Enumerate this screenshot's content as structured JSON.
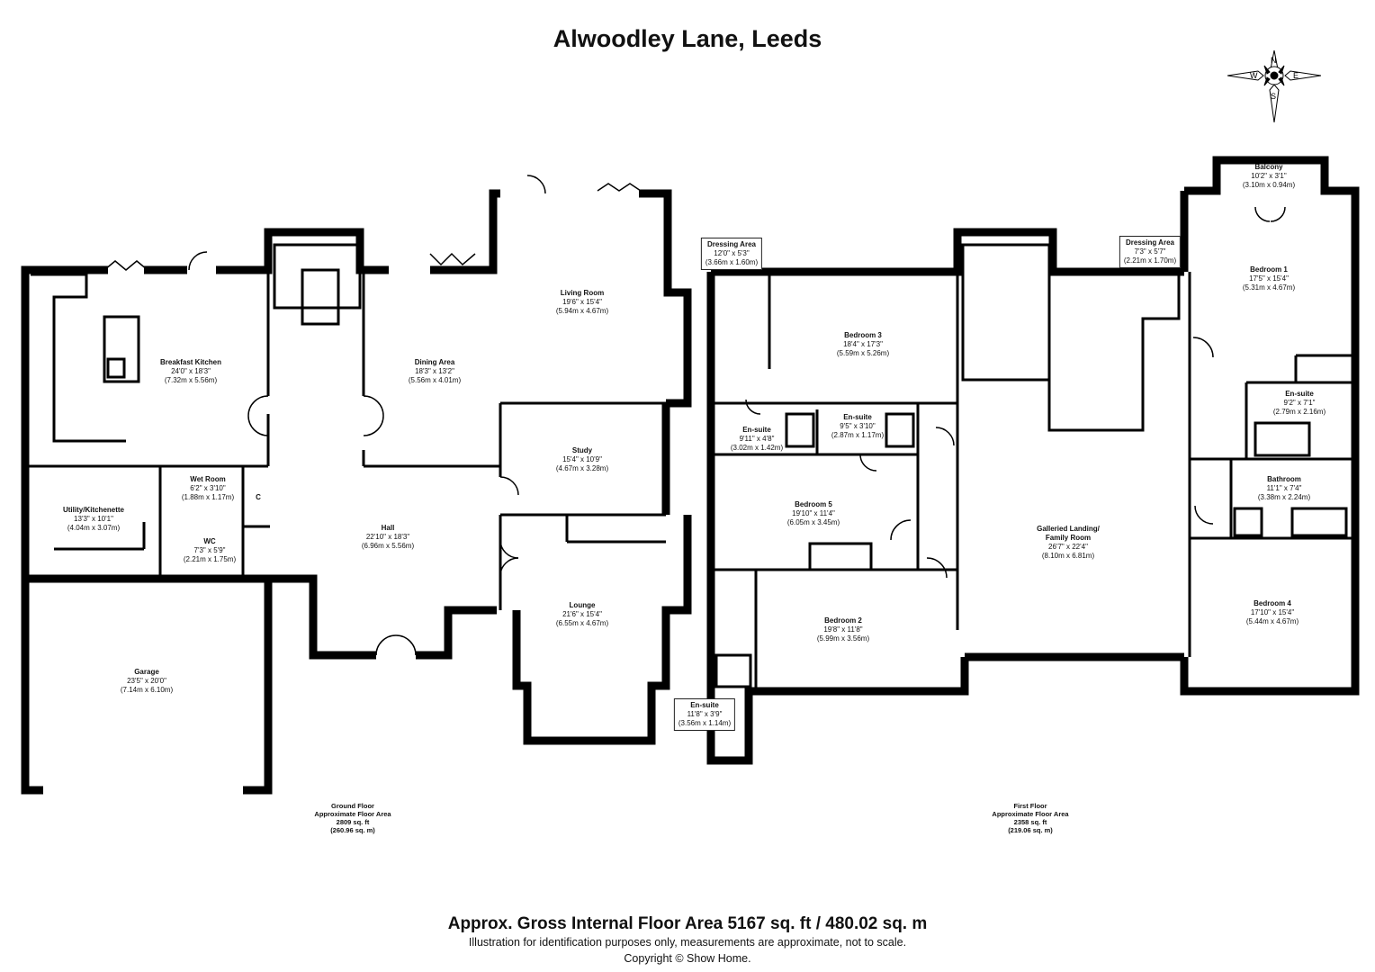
{
  "title": "Alwoodley Lane, Leeds",
  "compass": {
    "north": "N",
    "south": "S",
    "east": "E",
    "west": "W"
  },
  "ground_floor": {
    "rooms": [
      {
        "id": "breakfast-kitchen",
        "name": "Breakfast Kitchen",
        "imperial": "24'0\" x 18'3\"",
        "metric": "(7.32m x 5.56m)"
      },
      {
        "id": "utility-kitchenette",
        "name": "Utility/Kitchenette",
        "imperial": "13'3\" x 10'1\"",
        "metric": "(4.04m x 3.07m)"
      },
      {
        "id": "wet-room",
        "name": "Wet Room",
        "imperial": "6'2\" x 3'10\"",
        "metric": "(1.88m x 1.17m)"
      },
      {
        "id": "wc",
        "name": "WC",
        "imperial": "7'3\" x 5'9\"",
        "metric": "(2.21m x 1.75m)"
      },
      {
        "id": "cupboard",
        "name": "C",
        "imperial": "",
        "metric": ""
      },
      {
        "id": "garage",
        "name": "Garage",
        "imperial": "23'5\" x 20'0\"",
        "metric": "(7.14m x 6.10m)"
      },
      {
        "id": "dining-area",
        "name": "Dining Area",
        "imperial": "18'3\" x 13'2\"",
        "metric": "(5.56m x 4.01m)"
      },
      {
        "id": "living-room",
        "name": "Living Room",
        "imperial": "19'6\" x 15'4\"",
        "metric": "(5.94m x 4.67m)"
      },
      {
        "id": "study",
        "name": "Study",
        "imperial": "15'4\" x 10'9\"",
        "metric": "(4.67m x 3.28m)"
      },
      {
        "id": "hall",
        "name": "Hall",
        "imperial": "22'10\" x 18'3\"",
        "metric": "(6.96m x 5.56m)"
      },
      {
        "id": "lounge",
        "name": "Lounge",
        "imperial": "21'6\" x 15'4\"",
        "metric": "(6.55m x 4.67m)"
      }
    ],
    "label": [
      "Ground Floor",
      "Approximate Floor Area",
      "2809 sq. ft",
      "(260.96 sq. m)"
    ]
  },
  "first_floor": {
    "rooms": [
      {
        "id": "dressing-area-1",
        "name": "Dressing Area",
        "imperial": "12'0\" x 5'3\"",
        "metric": "(3.66m x 1.60m)"
      },
      {
        "id": "bedroom-3",
        "name": "Bedroom 3",
        "imperial": "18'4\" x 17'3\"",
        "metric": "(5.59m x 5.26m)"
      },
      {
        "id": "en-suite-1",
        "name": "En-suite",
        "imperial": "9'11\" x 4'8\"",
        "metric": "(3.02m x 1.42m)"
      },
      {
        "id": "en-suite-2",
        "name": "En-suite",
        "imperial": "9'5\" x 3'10\"",
        "metric": "(2.87m x 1.17m)"
      },
      {
        "id": "bedroom-5",
        "name": "Bedroom 5",
        "imperial": "19'10\" x 11'4\"",
        "metric": "(6.05m x 3.45m)"
      },
      {
        "id": "bedroom-2",
        "name": "Bedroom 2",
        "imperial": "19'8\" x 11'8\"",
        "metric": "(5.99m x 3.56m)"
      },
      {
        "id": "en-suite-3",
        "name": "En-suite",
        "imperial": "11'8\" x 3'9\"",
        "metric": "(3.56m x 1.14m)"
      },
      {
        "id": "dressing-area-2",
        "name": "Dressing Area",
        "imperial": "7'3\" x 5'7\"",
        "metric": "(2.21m x 1.70m)"
      },
      {
        "id": "galleried-landing",
        "name": "Galleried Landing/",
        "name2": "Family Room",
        "imperial": "26'7\" x 22'4\"",
        "metric": "(8.10m x 6.81m)"
      },
      {
        "id": "balcony",
        "name": "Balcony",
        "imperial": "10'2\" x 3'1\"",
        "metric": "(3.10m x 0.94m)"
      },
      {
        "id": "bedroom-1",
        "name": "Bedroom 1",
        "imperial": "17'5\" x 15'4\"",
        "metric": "(5.31m x 4.67m)"
      },
      {
        "id": "en-suite-4",
        "name": "En-suite",
        "imperial": "9'2\" x 7'1\"",
        "metric": "(2.79m x 2.16m)"
      },
      {
        "id": "bathroom",
        "name": "Bathroom",
        "imperial": "11'1\" x 7'4\"",
        "metric": "(3.38m x 2.24m)"
      },
      {
        "id": "bedroom-4",
        "name": "Bedroom 4",
        "imperial": "17'10\" x 15'4\"",
        "metric": "(5.44m x 4.67m)"
      }
    ],
    "label": [
      "First Floor",
      "Approximate Floor Area",
      "2358 sq. ft",
      "(219.06 sq. m)"
    ]
  },
  "footer": {
    "gross_area": "Approx. Gross Internal Floor Area 5167 sq. ft / 480.02 sq. m",
    "disclaimer": "Illustration for identification purposes only, measurements are approximate, not to scale.",
    "copyright": "Copyright © Show Home."
  }
}
